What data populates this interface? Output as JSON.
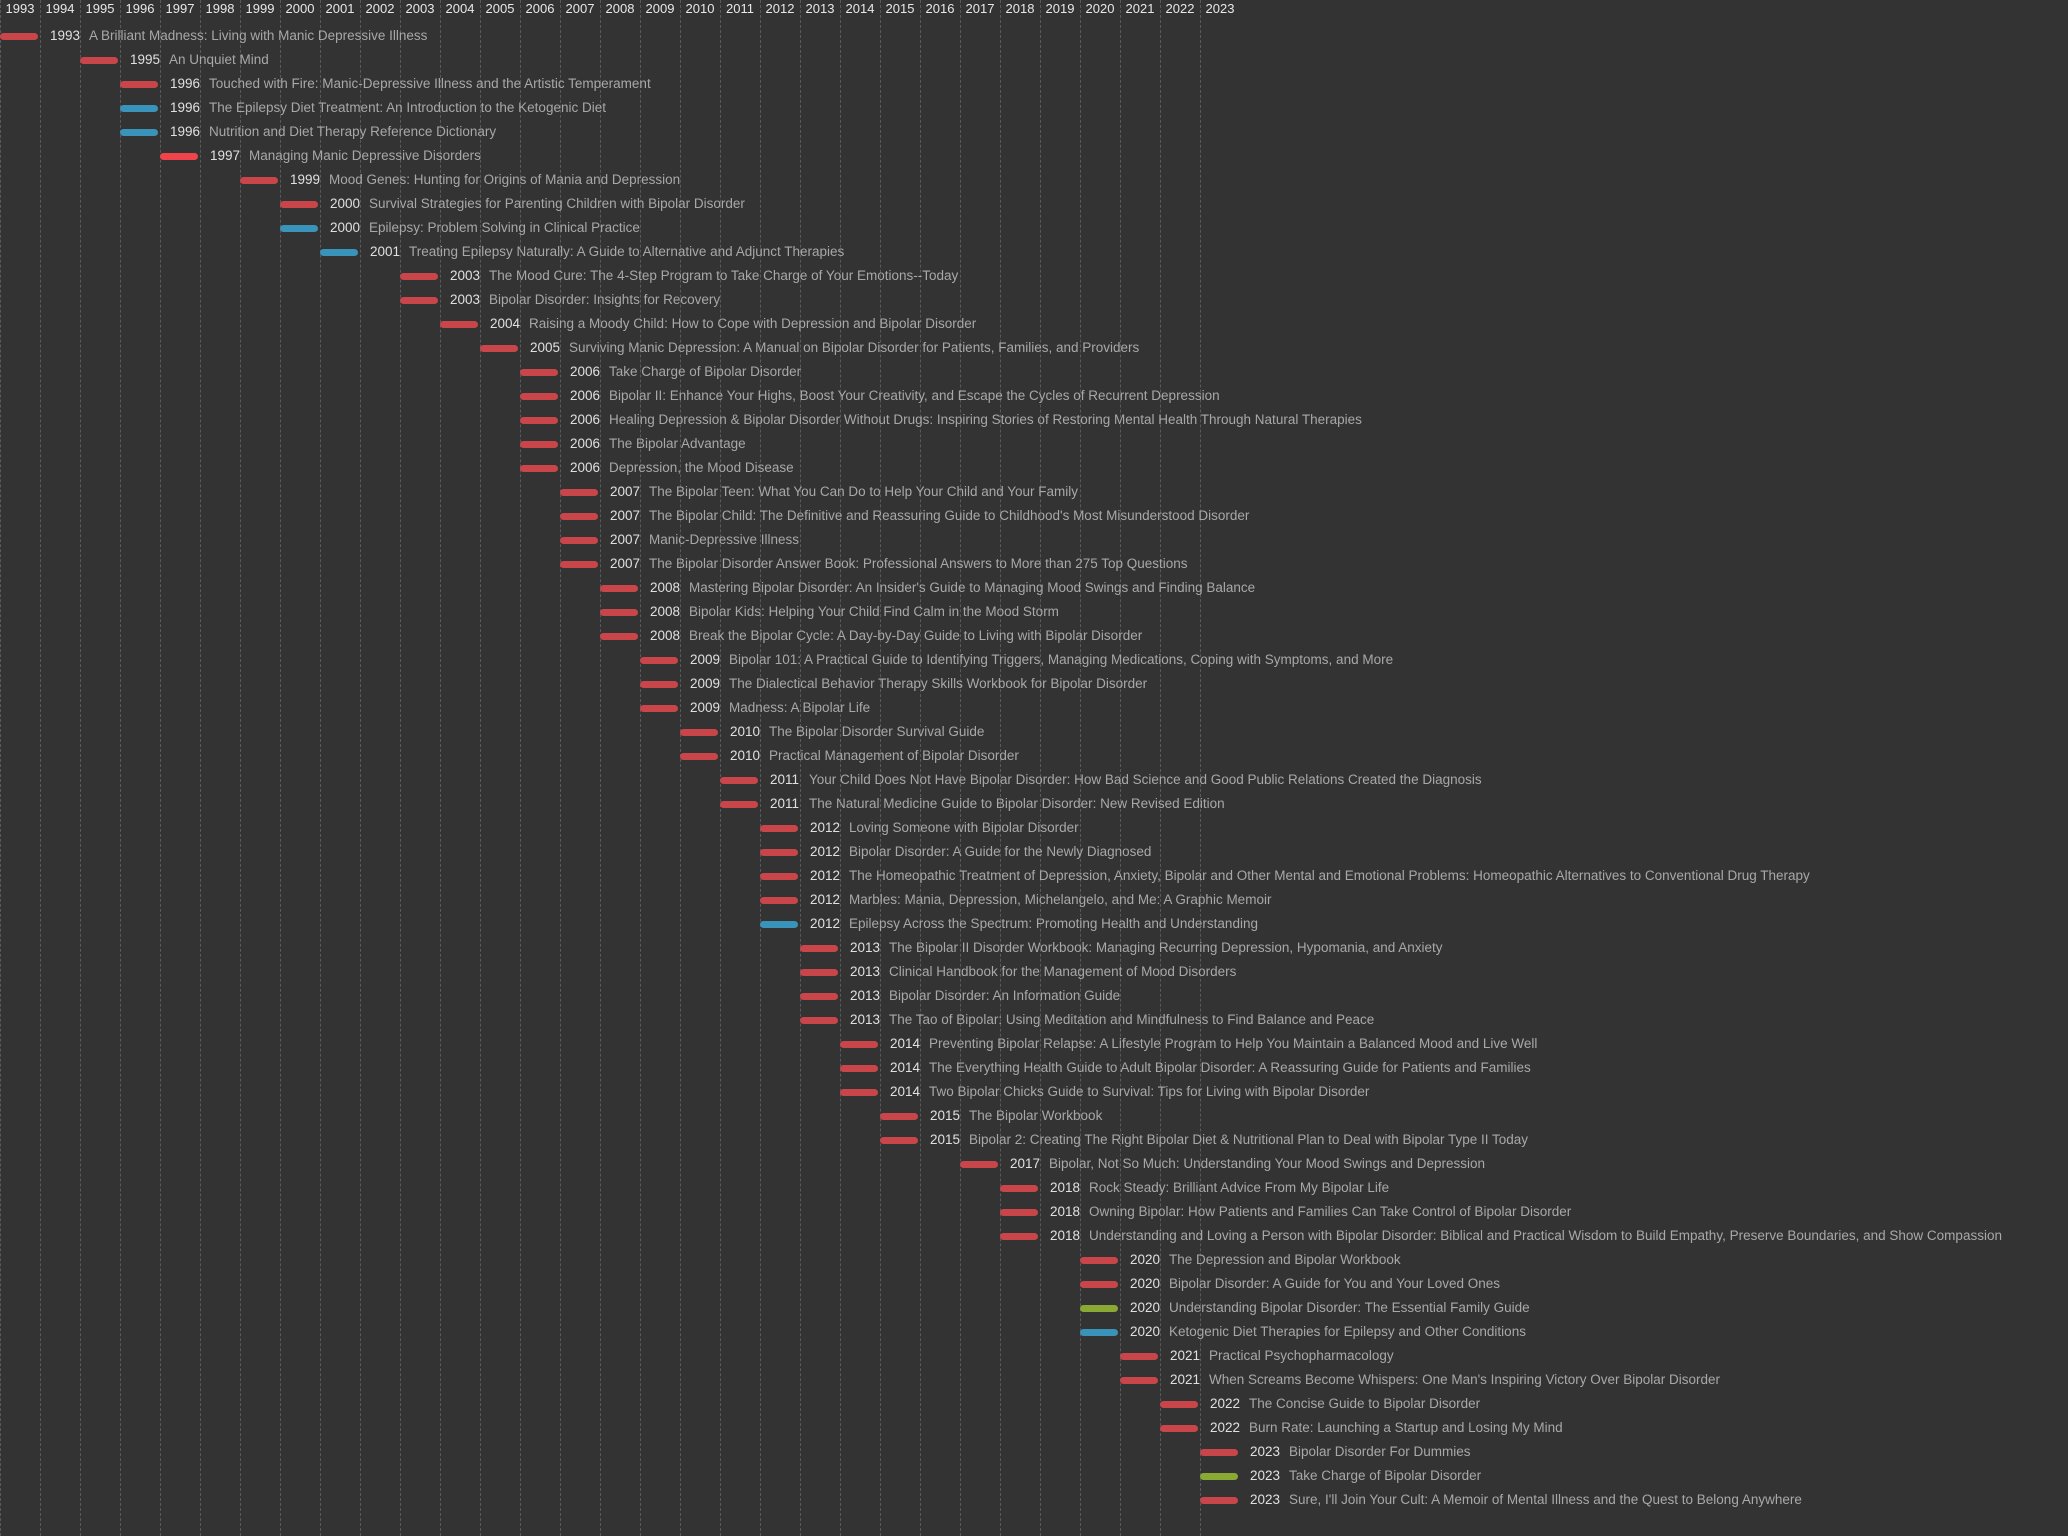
{
  "chart_data": {
    "type": "timeline",
    "title": "",
    "xlabel": "",
    "ylabel": "",
    "xlim": [
      1993,
      2023
    ],
    "x_ticks": [
      1993,
      1994,
      1995,
      1996,
      1997,
      1998,
      1999,
      2000,
      2001,
      2002,
      2003,
      2004,
      2005,
      2006,
      2007,
      2008,
      2009,
      2010,
      2011,
      2012,
      2013,
      2014,
      2015,
      2016,
      2017,
      2018,
      2019,
      2020,
      2021,
      2022,
      2023
    ],
    "grid": true,
    "category_colors": {
      "bipolar": "#c8464a",
      "highlight": "#f0444c",
      "epilepsy": "#3a93b8",
      "family": "#8aa834"
    },
    "items": [
      {
        "year": 1993,
        "title": "A Brilliant Madness: Living with Manic Depressive Illness",
        "category": "bipolar"
      },
      {
        "year": 1995,
        "title": "An Unquiet Mind",
        "category": "bipolar"
      },
      {
        "year": 1996,
        "title": "Touched with Fire: Manic-Depressive Illness and the Artistic Temperament",
        "category": "bipolar"
      },
      {
        "year": 1996,
        "title": "The Epilepsy Diet Treatment: An Introduction to the Ketogenic Diet",
        "category": "epilepsy"
      },
      {
        "year": 1996,
        "title": "Nutrition and Diet Therapy Reference Dictionary",
        "category": "epilepsy"
      },
      {
        "year": 1997,
        "title": "Managing Manic Depressive Disorders",
        "category": "highlight"
      },
      {
        "year": 1999,
        "title": "Mood Genes: Hunting for Origins of Mania and Depression",
        "category": "bipolar"
      },
      {
        "year": 2000,
        "title": "Survival Strategies for Parenting Children with Bipolar Disorder",
        "category": "bipolar"
      },
      {
        "year": 2000,
        "title": "Epilepsy: Problem Solving in Clinical Practice",
        "category": "epilepsy"
      },
      {
        "year": 2001,
        "title": "Treating Epilepsy Naturally: A Guide to Alternative and Adjunct Therapies",
        "category": "epilepsy"
      },
      {
        "year": 2003,
        "title": "The Mood Cure: The 4-Step Program to Take Charge of Your Emotions--Today",
        "category": "bipolar"
      },
      {
        "year": 2003,
        "title": "Bipolar Disorder: Insights for Recovery",
        "category": "bipolar"
      },
      {
        "year": 2004,
        "title": "Raising a Moody Child: How to Cope with Depression and Bipolar Disorder",
        "category": "bipolar"
      },
      {
        "year": 2005,
        "title": "Surviving Manic Depression: A Manual on Bipolar Disorder for Patients, Families, and Providers",
        "category": "bipolar"
      },
      {
        "year": 2006,
        "title": "Take Charge of Bipolar Disorder",
        "category": "bipolar"
      },
      {
        "year": 2006,
        "title": "Bipolar II: Enhance Your Highs, Boost Your Creativity, and Escape the Cycles of Recurrent Depression",
        "category": "bipolar"
      },
      {
        "year": 2006,
        "title": "Healing Depression & Bipolar Disorder Without Drugs: Inspiring Stories of Restoring Mental Health Through Natural Therapies",
        "category": "bipolar"
      },
      {
        "year": 2006,
        "title": "The Bipolar Advantage",
        "category": "bipolar"
      },
      {
        "year": 2006,
        "title": "Depression, the Mood Disease",
        "category": "bipolar"
      },
      {
        "year": 2007,
        "title": "The Bipolar Teen: What You Can Do to Help Your Child and Your Family",
        "category": "bipolar"
      },
      {
        "year": 2007,
        "title": "The Bipolar Child: The Definitive and Reassuring Guide to Childhood's Most Misunderstood Disorder",
        "category": "bipolar"
      },
      {
        "year": 2007,
        "title": "Manic-Depressive Illness",
        "category": "bipolar"
      },
      {
        "year": 2007,
        "title": "The Bipolar Disorder Answer Book: Professional Answers to More than 275 Top Questions",
        "category": "bipolar"
      },
      {
        "year": 2008,
        "title": "Mastering Bipolar Disorder: An Insider's Guide to Managing Mood Swings and Finding Balance",
        "category": "bipolar"
      },
      {
        "year": 2008,
        "title": "Bipolar Kids: Helping Your Child Find Calm in the Mood Storm",
        "category": "bipolar"
      },
      {
        "year": 2008,
        "title": "Break the Bipolar Cycle: A Day-by-Day Guide to Living with Bipolar Disorder",
        "category": "bipolar"
      },
      {
        "year": 2009,
        "title": "Bipolar 101: A Practical Guide to Identifying Triggers, Managing Medications, Coping with Symptoms, and More",
        "category": "bipolar"
      },
      {
        "year": 2009,
        "title": "The Dialectical Behavior Therapy Skills Workbook for Bipolar Disorder",
        "category": "bipolar"
      },
      {
        "year": 2009,
        "title": "Madness: A Bipolar Life",
        "category": "bipolar"
      },
      {
        "year": 2010,
        "title": "The Bipolar Disorder Survival Guide",
        "category": "bipolar"
      },
      {
        "year": 2010,
        "title": "Practical Management of Bipolar Disorder",
        "category": "bipolar"
      },
      {
        "year": 2011,
        "title": "Your Child Does Not Have Bipolar Disorder: How Bad Science and Good Public Relations Created the Diagnosis",
        "category": "bipolar"
      },
      {
        "year": 2011,
        "title": "The Natural Medicine Guide to Bipolar Disorder: New Revised Edition",
        "category": "bipolar"
      },
      {
        "year": 2012,
        "title": "Loving Someone with Bipolar Disorder",
        "category": "bipolar"
      },
      {
        "year": 2012,
        "title": "Bipolar Disorder: A Guide for the Newly Diagnosed",
        "category": "bipolar"
      },
      {
        "year": 2012,
        "title": "The Homeopathic Treatment of Depression, Anxiety, Bipolar and Other Mental and Emotional Problems: Homeopathic Alternatives to Conventional Drug Therapy",
        "category": "bipolar"
      },
      {
        "year": 2012,
        "title": "Marbles: Mania, Depression, Michelangelo, and Me: A Graphic Memoir",
        "category": "bipolar"
      },
      {
        "year": 2012,
        "title": "Epilepsy Across the Spectrum: Promoting Health and Understanding",
        "category": "epilepsy"
      },
      {
        "year": 2013,
        "title": "The Bipolar II Disorder Workbook: Managing Recurring Depression, Hypomania, and Anxiety",
        "category": "bipolar"
      },
      {
        "year": 2013,
        "title": "Clinical Handbook for the Management of Mood Disorders",
        "category": "bipolar"
      },
      {
        "year": 2013,
        "title": "Bipolar Disorder: An Information Guide",
        "category": "bipolar"
      },
      {
        "year": 2013,
        "title": "The Tao of Bipolar: Using Meditation and Mindfulness to Find Balance and Peace",
        "category": "bipolar"
      },
      {
        "year": 2014,
        "title": "Preventing Bipolar Relapse: A Lifestyle Program to Help You Maintain a Balanced Mood and Live Well",
        "category": "bipolar"
      },
      {
        "year": 2014,
        "title": "The Everything Health Guide to Adult Bipolar Disorder: A Reassuring Guide for Patients and Families",
        "category": "bipolar"
      },
      {
        "year": 2014,
        "title": "Two Bipolar Chicks Guide to Survival: Tips for Living with Bipolar Disorder",
        "category": "bipolar"
      },
      {
        "year": 2015,
        "title": "The Bipolar Workbook",
        "category": "bipolar"
      },
      {
        "year": 2015,
        "title": "Bipolar 2: Creating The Right Bipolar Diet & Nutritional Plan to Deal with Bipolar Type II Today",
        "category": "bipolar"
      },
      {
        "year": 2017,
        "title": "Bipolar, Not So Much: Understanding Your Mood Swings and Depression",
        "category": "bipolar"
      },
      {
        "year": 2018,
        "title": "Rock Steady: Brilliant Advice From My Bipolar Life",
        "category": "bipolar"
      },
      {
        "year": 2018,
        "title": "Owning Bipolar: How Patients and Families Can Take Control of Bipolar Disorder",
        "category": "bipolar"
      },
      {
        "year": 2018,
        "title": "Understanding and Loving a Person with Bipolar Disorder: Biblical and Practical Wisdom to Build Empathy, Preserve Boundaries, and Show Compassion",
        "category": "bipolar"
      },
      {
        "year": 2020,
        "title": "The Depression and Bipolar Workbook",
        "category": "bipolar"
      },
      {
        "year": 2020,
        "title": "Bipolar Disorder: A Guide for You and Your Loved Ones",
        "category": "bipolar"
      },
      {
        "year": 2020,
        "title": "Understanding Bipolar Disorder: The Essential Family Guide",
        "category": "family"
      },
      {
        "year": 2020,
        "title": "Ketogenic Diet Therapies for Epilepsy and Other Conditions",
        "category": "epilepsy"
      },
      {
        "year": 2021,
        "title": "Practical Psychopharmacology",
        "category": "bipolar"
      },
      {
        "year": 2021,
        "title": "When Screams Become Whispers: One Man's Inspiring Victory Over Bipolar Disorder",
        "category": "bipolar"
      },
      {
        "year": 2022,
        "title": "The Concise Guide to Bipolar Disorder",
        "category": "bipolar"
      },
      {
        "year": 2022,
        "title": "Burn Rate: Launching a Startup and Losing My Mind",
        "category": "bipolar"
      },
      {
        "year": 2023,
        "title": "Bipolar Disorder For Dummies",
        "category": "bipolar"
      },
      {
        "year": 2023,
        "title": "Take Charge of Bipolar Disorder",
        "category": "family"
      },
      {
        "year": 2023,
        "title": "Sure, I'll Join Your Cult: A Memoir of Mental Illness and the Quest to Belong Anywhere",
        "category": "bipolar"
      }
    ]
  }
}
